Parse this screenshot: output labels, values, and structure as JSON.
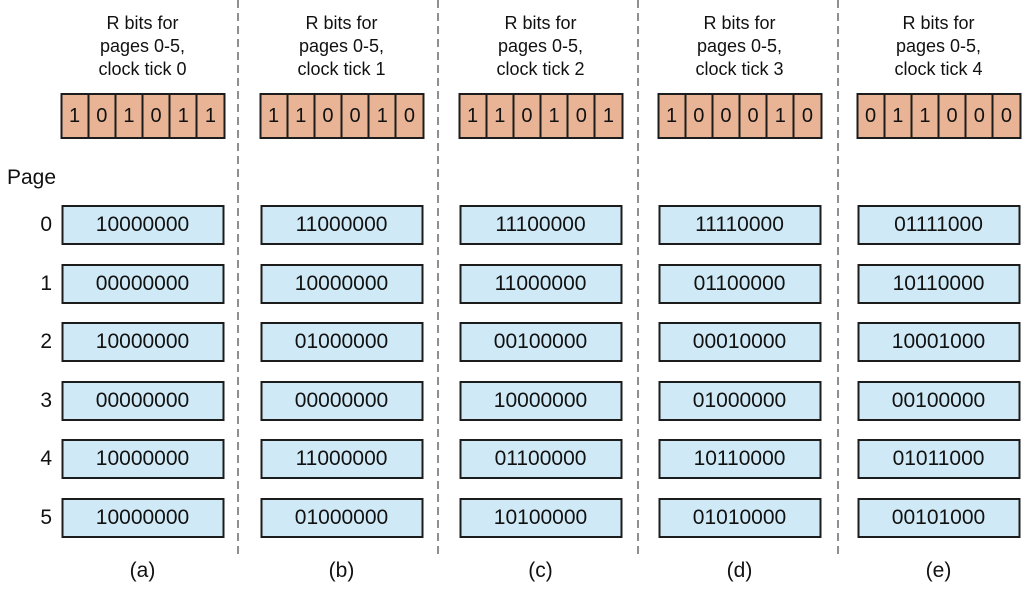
{
  "figure": {
    "description_label": "Page"
  },
  "left_axis": {
    "label": "Page",
    "page_numbers": [
      "0",
      "1",
      "2",
      "3",
      "4",
      "5"
    ]
  },
  "columns": [
    {
      "header_lines": [
        "R bits for",
        "pages 0-5,",
        "clock tick 0"
      ],
      "r_bits": [
        "1",
        "0",
        "1",
        "0",
        "1",
        "1"
      ],
      "counters": [
        "10000000",
        "00000000",
        "10000000",
        "00000000",
        "10000000",
        "10000000"
      ],
      "label": "(a)"
    },
    {
      "header_lines": [
        "R bits for",
        "pages 0-5,",
        "clock tick 1"
      ],
      "r_bits": [
        "1",
        "1",
        "0",
        "0",
        "1",
        "0"
      ],
      "counters": [
        "11000000",
        "10000000",
        "01000000",
        "00000000",
        "11000000",
        "01000000"
      ],
      "label": "(b)"
    },
    {
      "header_lines": [
        "R bits for",
        "pages 0-5,",
        "clock tick 2"
      ],
      "r_bits": [
        "1",
        "1",
        "0",
        "1",
        "0",
        "1"
      ],
      "counters": [
        "11100000",
        "11000000",
        "00100000",
        "10000000",
        "01100000",
        "10100000"
      ],
      "label": "(c)"
    },
    {
      "header_lines": [
        "R bits for",
        "pages 0-5,",
        "clock tick 3"
      ],
      "r_bits": [
        "1",
        "0",
        "0",
        "0",
        "1",
        "0"
      ],
      "counters": [
        "11110000",
        "01100000",
        "00010000",
        "01000000",
        "10110000",
        "01010000"
      ],
      "label": "(d)"
    },
    {
      "header_lines": [
        "R bits for",
        "pages 0-5,",
        "clock tick 4"
      ],
      "r_bits": [
        "0",
        "1",
        "1",
        "0",
        "0",
        "0"
      ],
      "counters": [
        "01111000",
        "10110000",
        "10001000",
        "00100000",
        "01011000",
        "00101000"
      ],
      "label": "(e)"
    }
  ],
  "colors": {
    "r_bit_fill": "#e9b495",
    "counter_fill": "#cfeaf6",
    "box_border": "#1c1c1c",
    "divider": "#8f8f8f"
  }
}
